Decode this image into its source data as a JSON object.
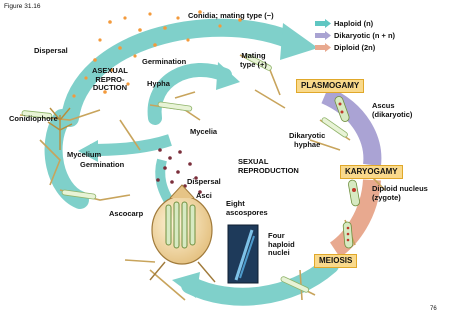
{
  "figure_label": "Figure 31.16",
  "page_number": "76",
  "legend": {
    "items": [
      {
        "label": "Haploid (n)",
        "color": "#5fc6c2"
      },
      {
        "label": "Dikaryotic (n + n)",
        "color": "#a9a3d2"
      },
      {
        "label": "Diploid (2n)",
        "color": "#e8a98f"
      }
    ]
  },
  "stages": {
    "plasmogamy": "PLASMOGAMY",
    "karyogamy": "KARYOGAMY",
    "meiosis": "MEIOSIS"
  },
  "labels": {
    "conidia": "Conidia; mating type (−)",
    "dispersal_top": "Dispersal",
    "asexual_line1": "ASEXUAL",
    "asexual_line2": "REPRO-",
    "asexual_line3": "DUCTION",
    "germination_top": "Germination",
    "hypha": "Hypha",
    "mating_line1": "Mating",
    "mating_line2": "type (+)",
    "ascus_line1": "Ascus",
    "ascus_line2": "(dikaryotic)",
    "dikaryotic_line1": "Dikaryotic",
    "dikaryotic_line2": "hyphae",
    "conidiophore": "Conidiophore",
    "mycelia": "Mycelia",
    "mycelium": "Mycelium",
    "germination_bottom": "Germination",
    "sexual_line1": "SEXUAL",
    "sexual_line2": "REPRODUCTION",
    "dispersal_bottom": "Dispersal",
    "diploid_line1": "Diploid nucleus",
    "diploid_line2": "(zygote)",
    "ascocarp": "Ascocarp",
    "asci": "Asci",
    "eight_line1": "Eight",
    "eight_line2": "ascospores",
    "four_line1": "Four",
    "four_line2": "haploid",
    "four_line3": "nuclei"
  }
}
